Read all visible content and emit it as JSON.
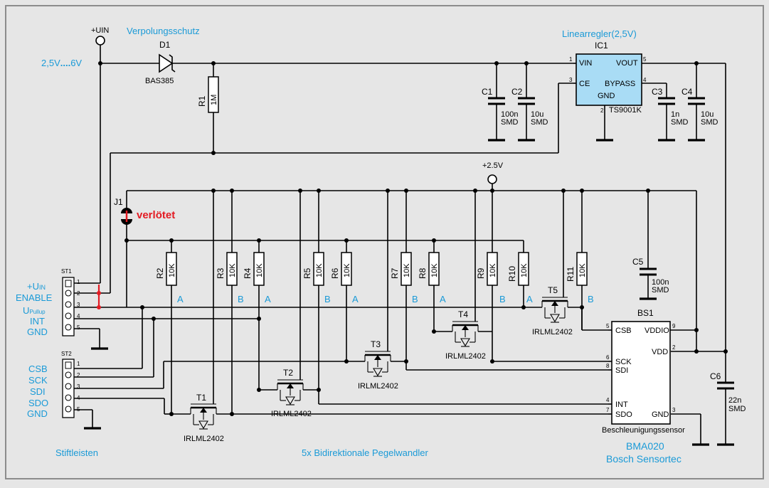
{
  "supply": {
    "uin": "+UIN",
    "range_a": "2,5V",
    "range_dots": "....",
    "range_b": "6V",
    "rail": "+2.5V"
  },
  "titles": {
    "verpolung": "Verpolungsschutz",
    "linear": "Linearregler(2,5V)",
    "pegelwandler": "5x Bidirektionale Pegelwandler",
    "stiftleisten": "Stiftleisten",
    "bma": "BMA020",
    "bosch": "Bosch Sensortec",
    "beschl": "Beschleunigungssensor"
  },
  "d1": {
    "ref": "D1",
    "part": "BAS385"
  },
  "ic1": {
    "ref": "IC1",
    "part": "TS9001K",
    "vin": "VIN",
    "vout": "VOUT",
    "ce": "CE",
    "bypass": "BYPASS",
    "gnd": "GND",
    "p1": "1",
    "p2": "2",
    "p3": "3",
    "p4": "4",
    "p5": "5"
  },
  "caps": [
    {
      "ref": "C1",
      "v1": "100n",
      "v2": "SMD"
    },
    {
      "ref": "C2",
      "v1": "10u",
      "v2": "SMD"
    },
    {
      "ref": "C3",
      "v1": "1n",
      "v2": "SMD"
    },
    {
      "ref": "C4",
      "v1": "10u",
      "v2": "SMD"
    },
    {
      "ref": "C5",
      "v1": "100n",
      "v2": "SMD"
    },
    {
      "ref": "C6",
      "v1": "22n",
      "v2": "SMD"
    }
  ],
  "r1": {
    "ref": "R1",
    "val": "1M"
  },
  "resistors": [
    {
      "ref": "R2",
      "val": "10K",
      "side": "A"
    },
    {
      "ref": "R3",
      "val": "10K",
      "side": "B"
    },
    {
      "ref": "R4",
      "val": "10K",
      "side": "A"
    },
    {
      "ref": "R5",
      "val": "10K",
      "side": "B"
    },
    {
      "ref": "R6",
      "val": "10K",
      "side": "A"
    },
    {
      "ref": "R7",
      "val": "10K",
      "side": "B"
    },
    {
      "ref": "R8",
      "val": "10K",
      "side": "A"
    },
    {
      "ref": "R9",
      "val": "10K",
      "side": "B"
    },
    {
      "ref": "R10",
      "val": "10K",
      "side": "A"
    },
    {
      "ref": "R11",
      "val": "10K",
      "side": "B"
    }
  ],
  "transistors": [
    {
      "ref": "T1",
      "part": "IRLML2402"
    },
    {
      "ref": "T2",
      "part": "IRLML2402"
    },
    {
      "ref": "T3",
      "part": "IRLML2402"
    },
    {
      "ref": "T4",
      "part": "IRLML2402"
    },
    {
      "ref": "T5",
      "part": "IRLML2402"
    }
  ],
  "j1": {
    "ref": "J1",
    "note": "verlötet"
  },
  "st1": {
    "ref": "ST1",
    "uin": "+U",
    "uin_sub": "IN",
    "enable": "ENABLE",
    "upull": "U",
    "upull_sub": "Pullup",
    "int": "INT",
    "gnd": "GND",
    "pins": [
      "1",
      "2",
      "3",
      "4",
      "5"
    ]
  },
  "st2": {
    "ref": "ST2",
    "csb": "CSB",
    "sck": "SCK",
    "sdi": "SDI",
    "sdo": "SDO",
    "gnd": "GND",
    "pins": [
      "1",
      "2",
      "3",
      "4",
      "5"
    ]
  },
  "bs1": {
    "ref": "BS1",
    "csb": "CSB",
    "vddio": "VDDIO",
    "vdd": "VDD",
    "sck": "SCK",
    "sdi": "SDI",
    "int": "INT",
    "sdo": "SDO",
    "gnd": "GND",
    "p5": "5",
    "p9": "9",
    "p2": "2",
    "p6": "6",
    "p8": "8",
    "p4": "4",
    "p7": "7",
    "p3": "3"
  },
  "colors": {
    "background": "#e6e6e6",
    "frame": "#8c8c8c",
    "blue_text": "#1a9ad7",
    "ic_fill": "#a9dcf5",
    "jumper_red": "#e31b23"
  }
}
